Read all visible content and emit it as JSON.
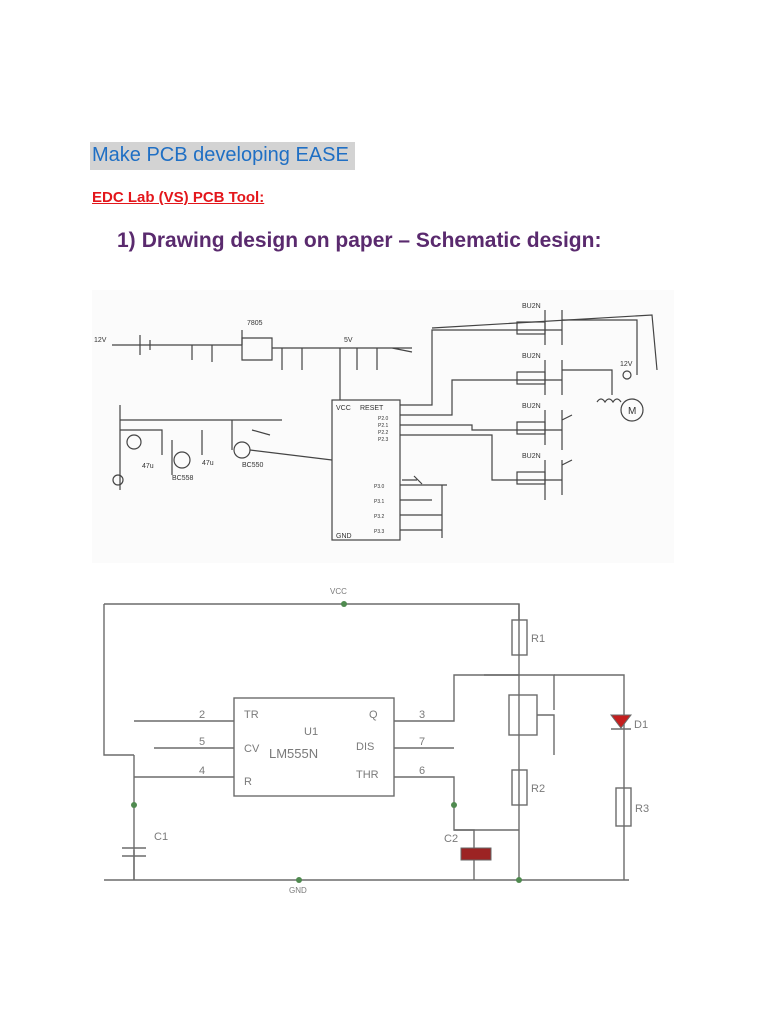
{
  "document": {
    "title": "Make PCB developing EASE",
    "subtitle": "EDC Lab (VS) PCB Tool:",
    "heading_number": "1)",
    "heading_text": "Drawing design on paper – Schematic design:"
  },
  "hand_schematic": {
    "labels": {
      "supply": "12V",
      "regulator": "7805",
      "rail": "5V",
      "ic_vcc": "VCC",
      "ic_reset": "RESET",
      "ic_gnd": "GND",
      "trans1": "BC558",
      "trans2": "BC550",
      "relay1": "BU2N",
      "relay2": "BU2N",
      "relay3": "BU2N",
      "relay4": "BU2N",
      "motor": "M",
      "v12": "12V",
      "c47u": "47u",
      "c47u_b": "47u",
      "pins": [
        "P2.0",
        "P2.1",
        "P2.2",
        "P2.3"
      ],
      "pins2": [
        "P3.0",
        "P3.1",
        "P3.2",
        "P3.3"
      ]
    }
  },
  "cad_schematic": {
    "labels": {
      "ic_name": "LM555N",
      "ic_ref": "U1",
      "pin_tr": "TR",
      "pin_cv": "CV",
      "pin_q": "Q",
      "pin_dis": "DIS",
      "pin_thr": "THR",
      "pin_r": "R",
      "pin2": "2",
      "pin5": "5",
      "pin4": "4",
      "pin3": "3",
      "pin7": "7",
      "pin6": "6",
      "c1": "C1",
      "c2": "C2",
      "r1": "R1",
      "r2": "R2",
      "r3": "R3",
      "vcc": "VCC",
      "gnd": "GND",
      "led": "D1"
    }
  }
}
